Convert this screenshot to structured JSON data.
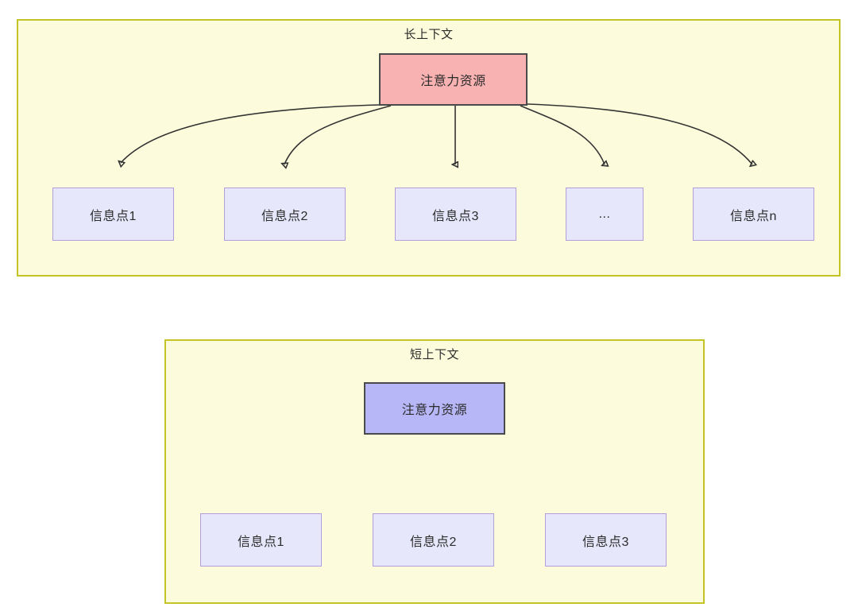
{
  "diagram": {
    "type": "flow-diagram",
    "title_long": "长上下文",
    "title_short": "短上下文",
    "colors": {
      "panel_fill": "#fcfcdc",
      "panel_border": "#c4c427",
      "attention_long_fill": "#f9b2b2",
      "attention_short_fill": "#b7b7f7",
      "node_border_dark": "#4a4a4a",
      "info_fill": "#e7e7fc",
      "info_border": "#b39ddb",
      "edge_stroke": "#333333",
      "text": "#2b2b2b"
    }
  },
  "long_context": {
    "title": "长上下文",
    "attention": {
      "label": "注意力资源"
    },
    "info_nodes": [
      {
        "label": "信息点1"
      },
      {
        "label": "信息点2"
      },
      {
        "label": "信息点3"
      },
      {
        "label": "..."
      },
      {
        "label": "信息点n"
      }
    ]
  },
  "short_context": {
    "title": "短上下文",
    "attention": {
      "label": "注意力资源"
    },
    "info_nodes": [
      {
        "label": "信息点1"
      },
      {
        "label": "信息点2"
      },
      {
        "label": "信息点3"
      }
    ]
  }
}
